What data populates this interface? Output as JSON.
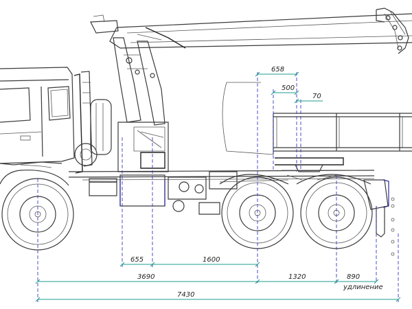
{
  "dimensions": {
    "d658": "658",
    "d500": "500",
    "d70": "70",
    "d655": "655",
    "d1600": "1600",
    "d3690": "3690",
    "d1320": "1320",
    "d890": "890",
    "d7430": "7430"
  },
  "captions": {
    "extension": "удлинение"
  },
  "colors": {
    "line": "#3a3a3a",
    "dimension": "#1f9c8c",
    "guide": "#3b3bc4",
    "accent_blue": "#2a2aa0"
  }
}
